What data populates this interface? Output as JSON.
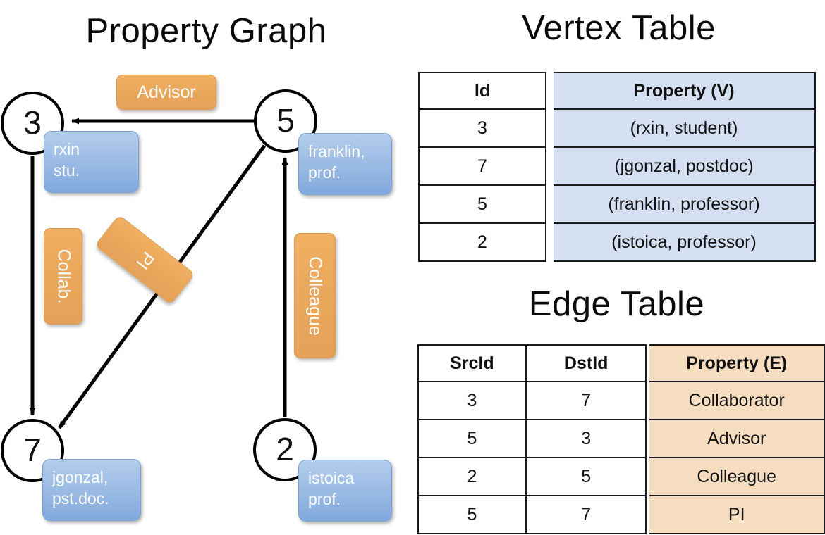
{
  "sections": {
    "graph_title": "Property Graph",
    "vertex_title": "Vertex Table",
    "edge_title": "Edge Table"
  },
  "colors": {
    "vertex_property_fill": "#d4e0f2",
    "edge_property_fill": "#f7ddbf",
    "node_box_fill": "#9dbde5",
    "edge_label_fill": "#eaa85c",
    "stroke": "#000000"
  },
  "graph": {
    "nodes": [
      {
        "id": "3",
        "property": "rxin\nstu."
      },
      {
        "id": "5",
        "property": "franklin,\nprof."
      },
      {
        "id": "7",
        "property": "jgonzal,\npst.doc."
      },
      {
        "id": "2",
        "property": "istoica\nprof."
      }
    ],
    "edge_labels": [
      {
        "name": "advisor",
        "text": "Advisor"
      },
      {
        "name": "collab",
        "text": "Collab."
      },
      {
        "name": "pi",
        "text": "PI"
      },
      {
        "name": "colleague",
        "text": "Colleague"
      }
    ]
  },
  "vertex_table": {
    "headers": [
      "Id",
      "Property (V)"
    ],
    "rows": [
      {
        "id": "3",
        "property": "(rxin, student)"
      },
      {
        "id": "7",
        "property": "(jgonzal, postdoc)"
      },
      {
        "id": "5",
        "property": "(franklin, professor)"
      },
      {
        "id": "2",
        "property": "(istoica, professor)"
      }
    ]
  },
  "edge_table": {
    "headers": [
      "SrcId",
      "DstId",
      "Property (E)"
    ],
    "rows": [
      {
        "src": "3",
        "dst": "7",
        "property": "Collaborator"
      },
      {
        "src": "5",
        "dst": "3",
        "property": "Advisor"
      },
      {
        "src": "2",
        "dst": "5",
        "property": "Colleague"
      },
      {
        "src": "5",
        "dst": "7",
        "property": "PI"
      }
    ]
  }
}
